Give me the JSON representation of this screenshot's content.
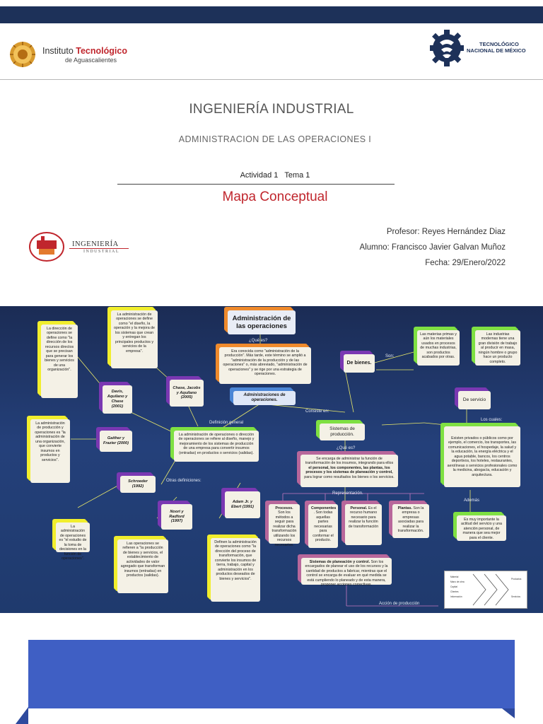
{
  "header": {
    "institution_left": {
      "line1a": "Instituto",
      "line1b": "Tecnológico",
      "line2": "de Aguascalientes"
    },
    "institution_right": {
      "line1": "TECNOLÓGICO",
      "line2": "NACIONAL DE MÉXICO"
    }
  },
  "title": "INGENIERÍA INDUSTRIAL",
  "subject": "ADMINISTRACION DE LAS OPERACIONES I",
  "activity": "Actividad 1   Tema 1",
  "doc_type": "Mapa Conceptual",
  "dept_logo": {
    "line1": "INGENIERÍA",
    "line2": "INDUSTRIAL"
  },
  "info": {
    "professor": "Profesor: Reyes Hernández Diaz",
    "student": "Alumno: Francisco Javier Galvan Muñoz",
    "date": "Fecha: 29/Enero/2022"
  },
  "concept_map": {
    "main_title": "Administración de las operaciones",
    "que_es": "¿Qué es?",
    "intro": "Era conocida como \"administración de la producción\". Más tarde, este término se amplió a \"administración de la producción y de las operaciones\" o, más abreviado, \"administración de operaciones\" y se rige por una estrategia de operaciones.",
    "admin_ops": "Administraciones de operaciones.",
    "def_general_label": "Definición general",
    "def_general": "La administración de operaciones o dirección de operaciones se refiere al diseño, manejo y mejoramiento de los sistemas de producción de una empresa para convertir insumos (entradas) en productos o servicios (salidas).",
    "otras_def_label": "Otras definiciones:",
    "authors": {
      "davis": "Davis, Aquilano y Chase (2001)",
      "chase": "Chase, Jacobs y Aquilano (2005)",
      "gaither": "Gaither y Frazier (2000)",
      "schroeder": "Schroeder (1992)",
      "noori": "Noori y Radford (1997)",
      "adam": "Adam Jr. y Ebert (1991)"
    },
    "defs": {
      "davis": "La dirección de operaciones se define como \"la dirección de los recursos directos que se precisan para generar los bienes y servicios de una organización\".",
      "chase": "La administración de operaciones se define como \"el diseño, la operación y la mejora de los sistemas que crean y entregan los principales productos y servicios de la empresa\".",
      "gaither": "La administración de producción y operaciones es \"la administración de una organización, que convierte insumos en productos y servicios\".",
      "schroeder": "La administración de operaciones es \"el estudio de la toma de decisiones en la función de operaciones\".",
      "noori": "Las operaciones se refieren a \"la producción de bienes y servicios, el establecimiento de actividades de valor agregado que transforman insumos (entradas) en productos (salidas).",
      "adam": "Definen la administración de operaciones como \"la dirección del proceso de transformación, que convierte los insumos de tierra, trabajo, capital y administración en los productos deseados de bienes y servicios\"."
    },
    "consiste_label": "Consiste en:",
    "sistemas": "Sistemas de producción.",
    "que_es2": "¿Qué es?",
    "sistemas_def_a": "Se encarga de administrar la función de transformación de los insumos, integrando para ellos",
    "sistemas_def_b": "el personal, los componentes, las plantas, los procesos y los sistemas de planeación y control,",
    "sistemas_def_c": "para lograr como resultados los bienes o los servicios.",
    "representacion_label": "Representación.",
    "procesos_t": "Procesos.",
    "procesos": "Son los métodos a seguir para realizar dicha transformación utilizando los recursos necesarios.",
    "componentes_t": "Componentes",
    "componentes": ". Son todas aquellas partes necesarias para conformar el producto.",
    "personal_t": "Personal.",
    "personal": "Es el recurso humano necesario para realizar la función de transformación",
    "plantas_t": "Plantas.",
    "plantas": "Son la empresa o empresas asociadas para realizar la transformación.",
    "planeacion_t": "Sistemas de planeación y control.",
    "planeacion": "Son los encargados de planear el uso de los recursos y la cantidad de productos a fabricar, mientras que el control se encarga de evaluar en qué medida se está cumpliendo lo planeado y de esta manera, proponer acciones correctivas.",
    "accion_label": "Acción de producción",
    "de_bienes": "De bienes.",
    "son_label": "Son:",
    "materias": "Las materias primas y aún los materiales usados en procesos de muchas industrias, son productos acabados por otras.",
    "industrias": "Las industrias modernas tiene una gran división de trabajo al producir en masa, ningún hombre o grupo hace un producto completo.",
    "de_servicio": "De servicio",
    "cuales_label": "Los cuales:",
    "servicios": "Existen privados o públicos como por ejemplo, el comercio, los transportes, las comunicaciones, el hospedaje, la salud y la educación, la energía eléctrica y el agua potable, bancos, los centros deportivos, los hoteles, restaurantes, aerolíneas o servicios profesionales como la medicina, abogacía, educación y arquitectura.",
    "ademas_label": "Además",
    "ademas": "Es muy importante la actitud del servicio y una atención personal, de manera que sea mejor para el cliente.",
    "diagram": {
      "inputs": [
        "Material",
        "Mano de obra",
        "Capital",
        "Clientes",
        "Información"
      ],
      "output1": "Productos",
      "output2": "Servicios"
    }
  },
  "colors": {
    "top_bar": "#1d3159",
    "accent_red": "#c0262d",
    "map_bg": "#1f3a6d",
    "bottom_band": "#3f5fc4"
  }
}
